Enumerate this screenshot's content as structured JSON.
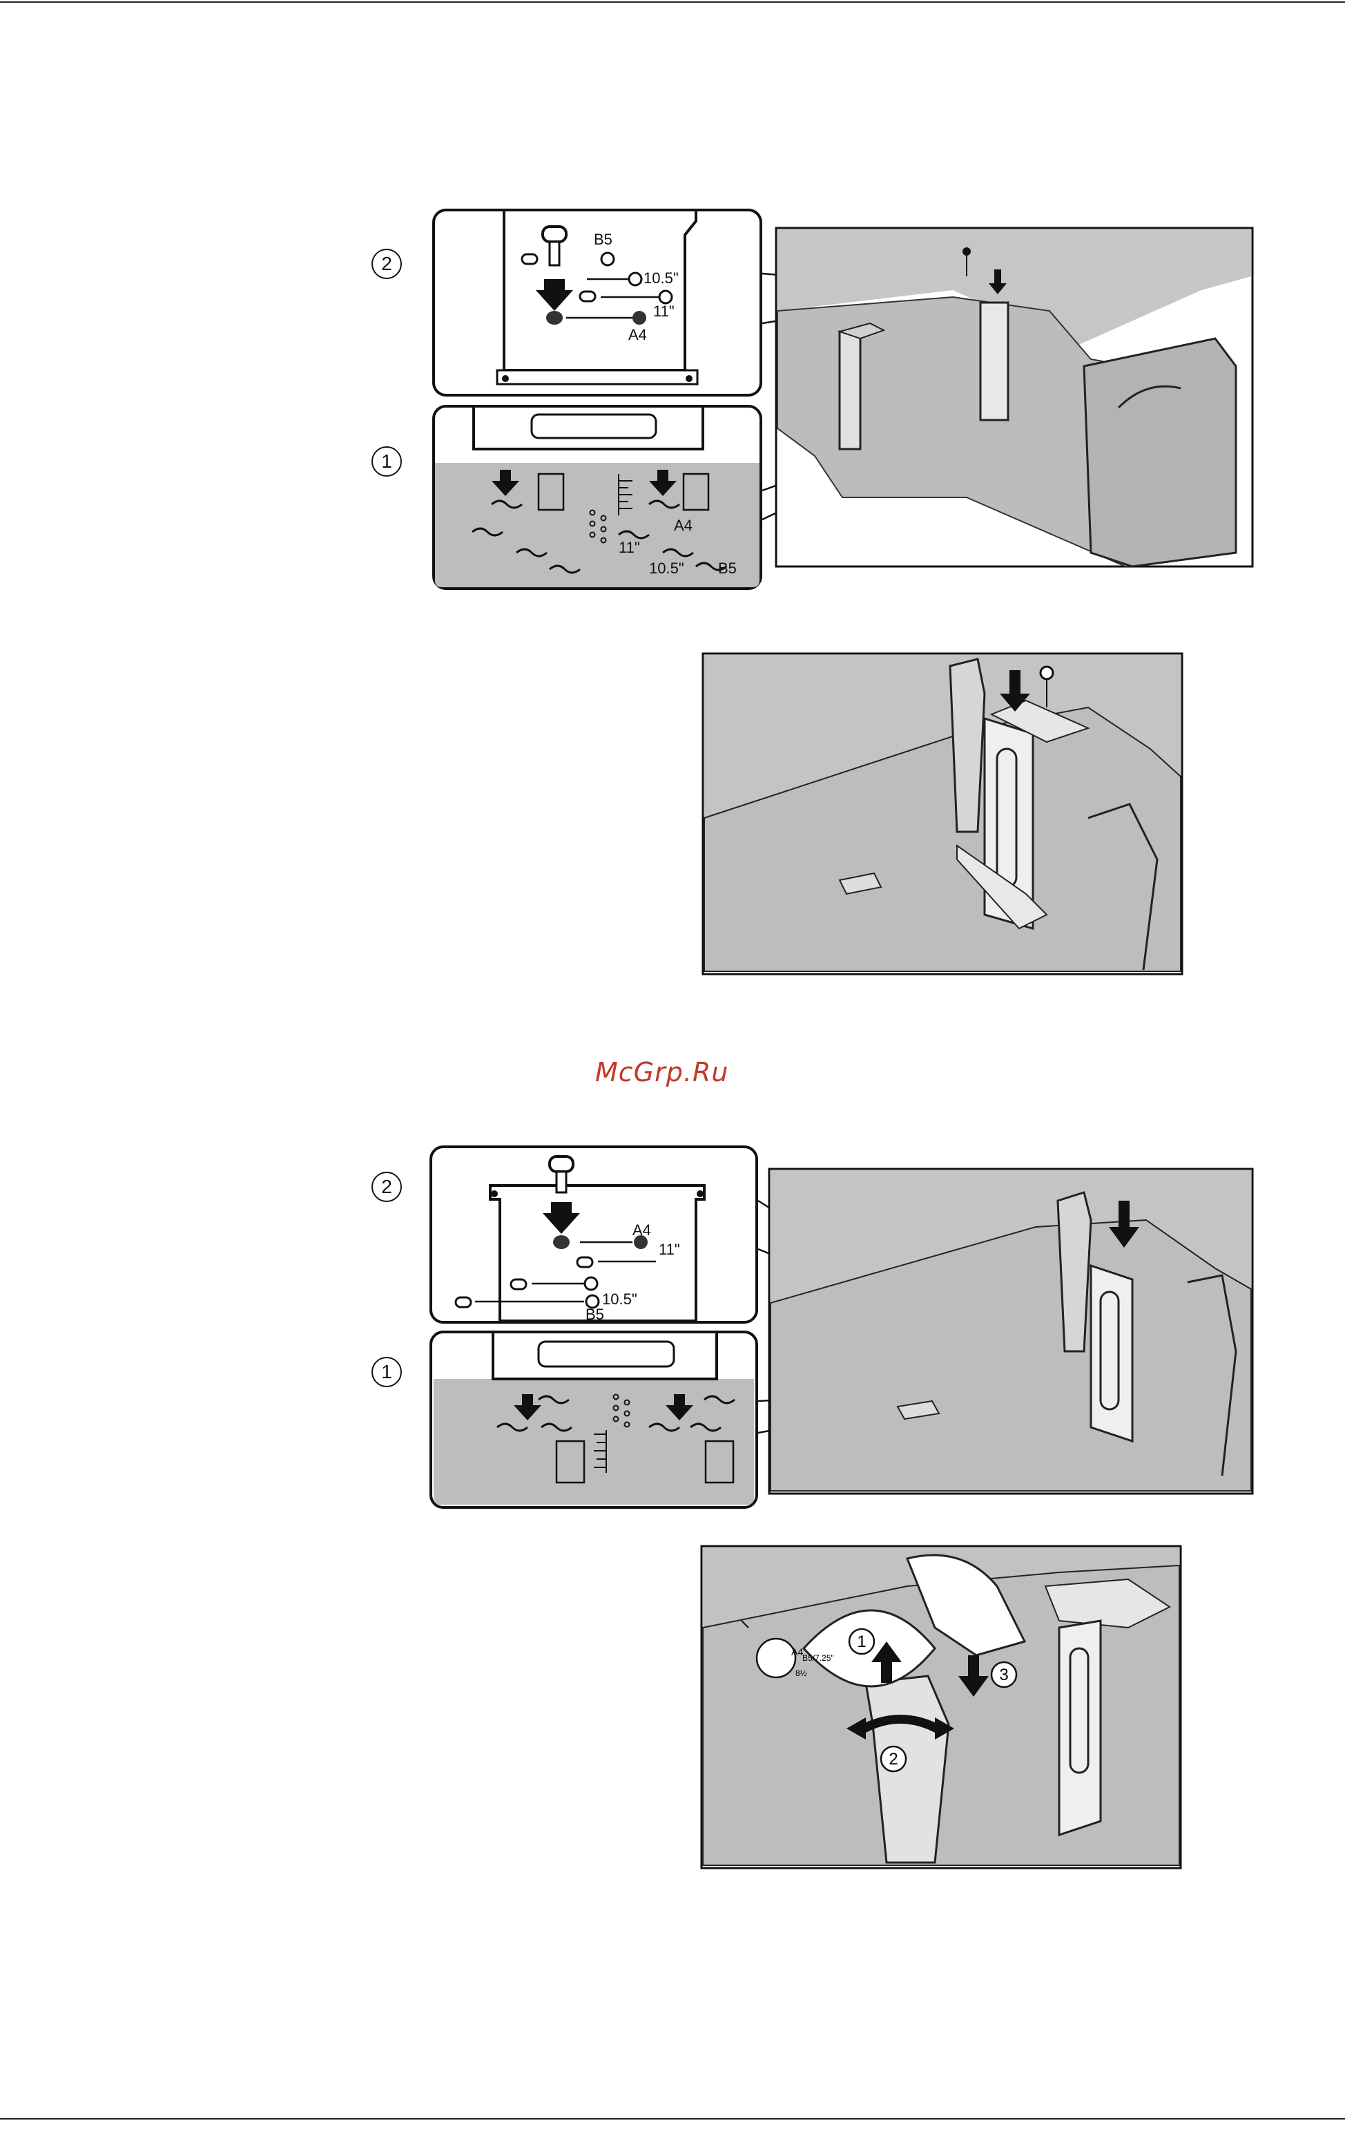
{
  "watermark": "McGrp.Ru",
  "figure1": {
    "step_markers": [
      "2",
      "1"
    ],
    "top_inset_labels": [
      "B5",
      "10.5\"",
      "11\"",
      "A4"
    ],
    "bottom_inset_labels": [
      "A4",
      "11\"",
      "10.5\"",
      "B5"
    ]
  },
  "figure3": {
    "step_markers": [
      "2",
      "1"
    ],
    "top_inset_labels": [
      "A4",
      "11\"",
      "10.5\"",
      "B5"
    ]
  },
  "figure4": {
    "step_markers": [
      "1",
      "2",
      "3"
    ],
    "dial_labels": [
      "A4",
      "B5/7.25\"",
      "8½"
    ]
  },
  "colors": {
    "tray_gray": "#b9b9b9",
    "inset_gray": "#bdbdbd",
    "line": "#1a1a1a",
    "watermark": "#c0392b"
  }
}
